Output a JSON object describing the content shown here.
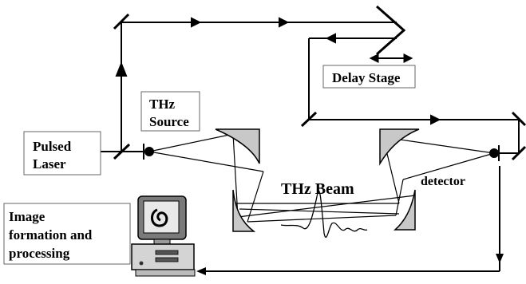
{
  "labels": {
    "pulsed_laser_line1": "Pulsed",
    "pulsed_laser_line2": "Laser",
    "thz_source_line1": "THz",
    "thz_source_line2": "Source",
    "delay_stage": "Delay Stage",
    "thz_beam": "THz Beam",
    "detector": "detector",
    "image_line1": "Image",
    "image_line2": "formation and",
    "image_line3": "processing"
  },
  "colors": {
    "line": "#000000",
    "mirror_fill": "#c8c8c8",
    "label_border": "#666666",
    "monitor_bezel": "#7a7a7a",
    "screen": "#e8e8e8"
  }
}
